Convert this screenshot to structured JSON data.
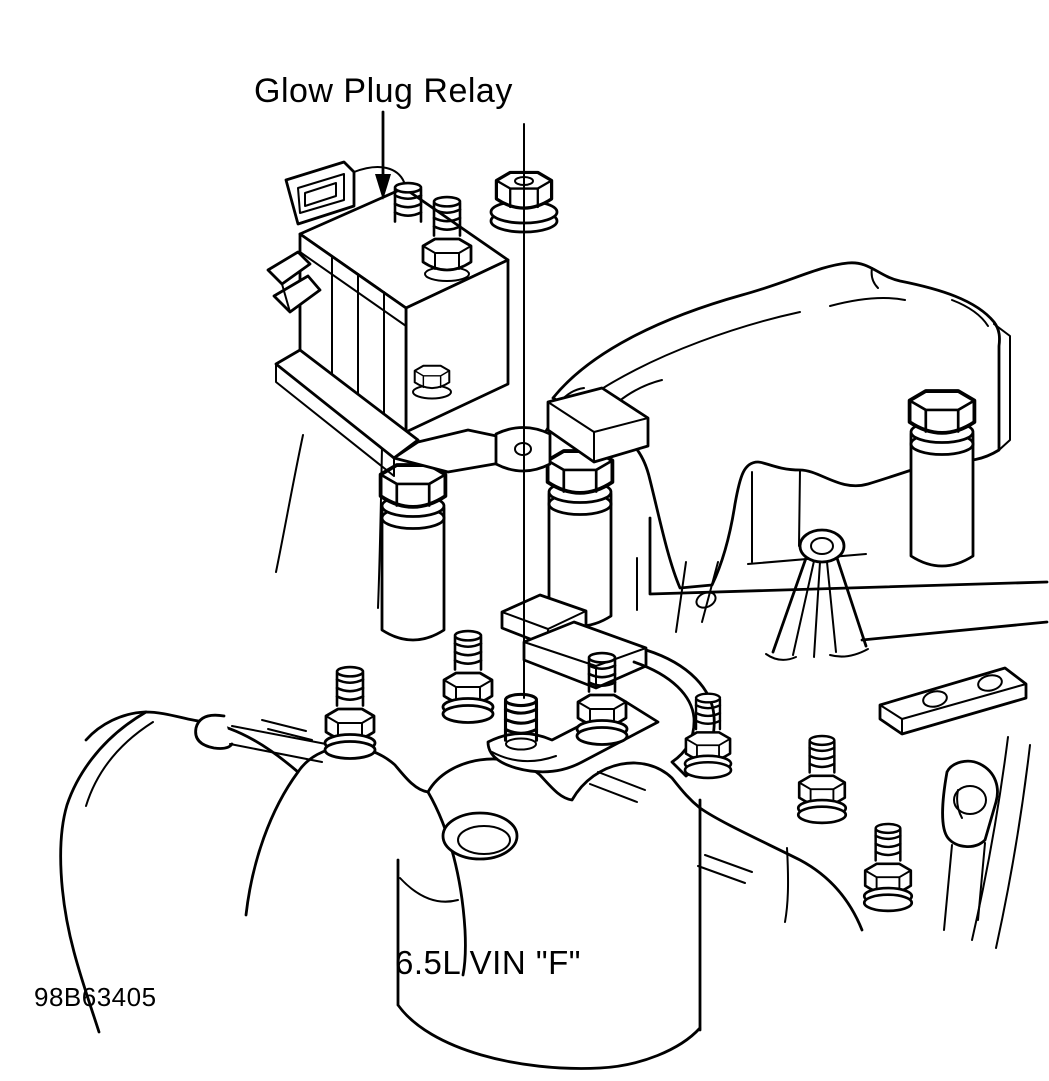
{
  "figure": {
    "callout_label": "Glow Plug Relay",
    "caption": "6.5L VIN \"F\"",
    "figure_id": "98B63405"
  },
  "style": {
    "line_color": "#000000",
    "background_color": "#ffffff",
    "text_color": "#000000"
  }
}
